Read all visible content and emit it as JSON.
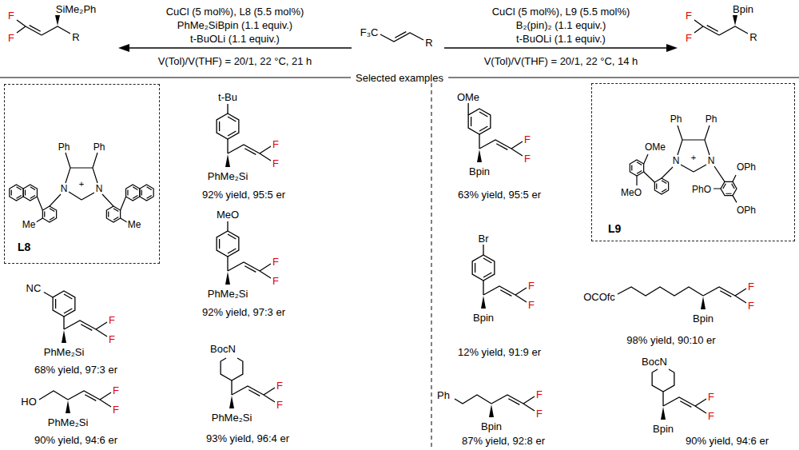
{
  "diagram": {
    "nodes": [
      {
        "text": [
          "L8"
        ]
      },
      {
        "text": [
          "L9"
        ]
      }
    ],
    "labels": [
      "F",
      "F",
      "SiMe₂Ph",
      "R",
      "CuCl (5 mol%), L8 (5.5 mol%)",
      "PhMe₂SiBpin (1.1 equiv.)",
      "t-BuOLi (1.1 equiv.)",
      "V(Tol)/V(THF) = 20/1, 22 °C, 21 h",
      "F₃C",
      "R",
      "CuCl (5 mol%), L9 (5.5 mol%)",
      "B₂(pin)₂ (1.1 equiv.)",
      "t-BuOLi (1.1 equiv.)",
      "V(Tol)/V(THF) = 20/1, 22 °C, 14 h",
      "F",
      "F",
      "Bpin",
      "R",
      "Selected examples",
      "Ph",
      "Ph",
      "N",
      "+",
      "N",
      "Me",
      "Me",
      "NC",
      "PhMe₂Si",
      "F",
      "F",
      "68% yield, 97:3 er",
      "HO",
      "PhMe₂Si",
      "F",
      "F",
      "90% yield, 94:6 er",
      "t-Bu",
      "PhMe₂Si",
      "F",
      "F",
      "92% yield, 95:5 er",
      "MeO",
      "PhMe₂Si",
      "F",
      "F",
      "92% yield, 97:3 er",
      "BocN",
      "PhMe₂Si",
      "F",
      "F",
      "93% yield, 96:4 er",
      "OMe",
      "Bpin",
      "F",
      "F",
      "63% yield, 95:5 er",
      "Ph",
      "Ph",
      "OMe",
      "MeO",
      "N",
      "+",
      "N",
      "OPh",
      "PhO",
      "OPh",
      "Br",
      "Bpin",
      "F",
      "F",
      "12% yield, 91:9 er",
      "OCOfc",
      "Bpin",
      "F",
      "F",
      "98% yield, 90:10 er",
      "Ph",
      "Bpin",
      "F",
      "F",
      "87% yield, 92:8 er",
      "BocN",
      "Bpin",
      "F",
      "F",
      "90% yield, 94:6 er"
    ]
  }
}
